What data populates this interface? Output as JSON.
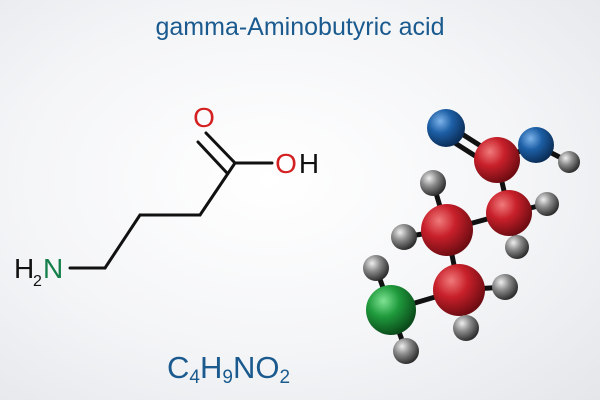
{
  "title": "gamma-Aminobutyric acid",
  "formula": {
    "parts": [
      {
        "t": "C",
        "sub": "4"
      },
      {
        "t": "H",
        "sub": "9"
      },
      {
        "t": "N",
        "sub": ""
      },
      {
        "t": "O",
        "sub": "2"
      }
    ]
  },
  "structure": {
    "labels": {
      "carbonyl_oxygen": "O",
      "hydroxyl_oxygen": "O",
      "hydroxyl_hydrogen": "H",
      "amine_hydrogen": "H",
      "amine_hydrogen_count": "2",
      "amine_nitrogen": "N"
    }
  },
  "colors": {
    "title": "#1a5a8e",
    "formula": "#1a5a8e",
    "bond": "#111111",
    "oxygen_label": "#d42020",
    "nitrogen_label": "#157f4b",
    "carbon_atom": "#c8202a",
    "oxygen_atom": "#1d5fa6",
    "nitrogen_atom": "#1f9a3c",
    "hydrogen_atom": "#7a7a7a"
  }
}
